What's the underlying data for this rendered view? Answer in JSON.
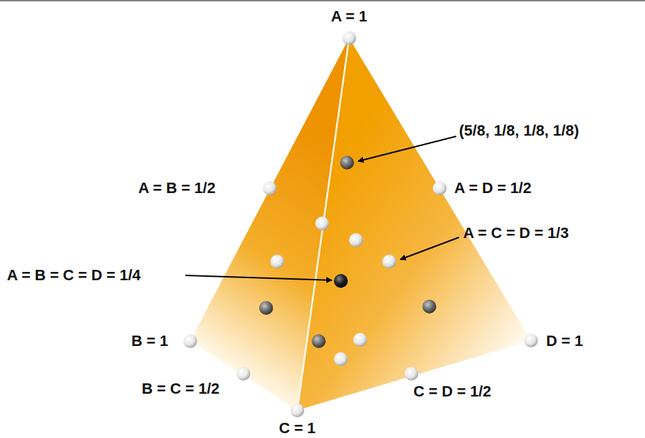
{
  "diagram": {
    "labels": [
      "A = 1",
      "(5/8, 1/8, 1/8, 1/8)",
      "A = B = 1/2",
      "A = D = 1/2",
      "A = C = D = 1/3",
      "A = B = C = D = 1/4",
      "B = 1",
      "D = 1",
      "B = C = 1/2",
      "C = D = 1/2",
      "C = 1"
    ]
  }
}
